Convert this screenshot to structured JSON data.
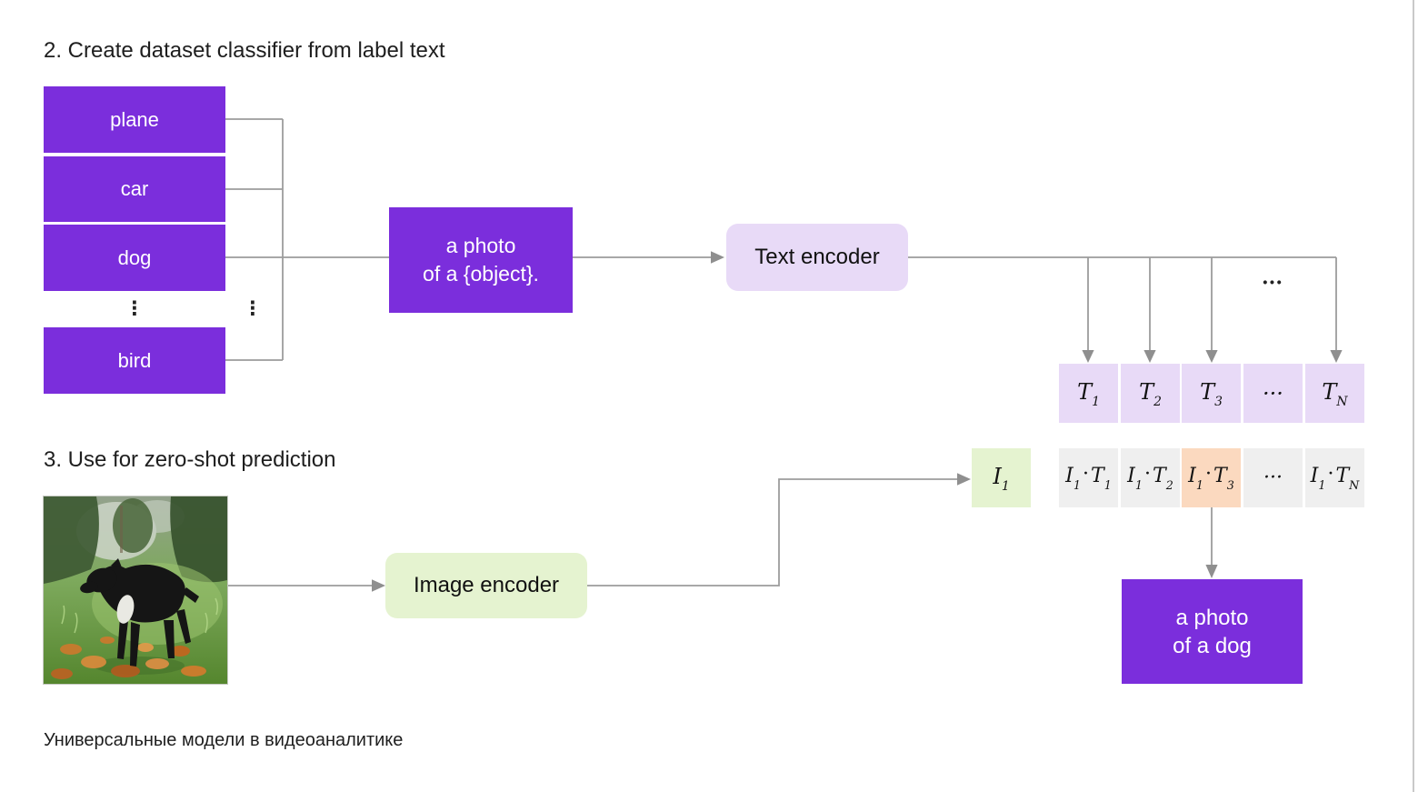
{
  "colors": {
    "purple": "#7b2edc",
    "lavender": "#e8daf7",
    "green": "#e5f3d0",
    "orange": "#fbd9bf",
    "graycell": "#efefef",
    "line": "#9c9c9c"
  },
  "section2": {
    "title": "2. Create dataset classifier from label text",
    "labels": [
      "plane",
      "car",
      "dog",
      "bird"
    ],
    "ellipsis_vertical": "⋮",
    "prompt_line1": "a photo",
    "prompt_line2": "of a {object}.",
    "text_encoder": "Text encoder",
    "ellipsis_horizontal": "···",
    "t_cells": [
      {
        "base": "T",
        "sub": "1"
      },
      {
        "base": "T",
        "sub": "2"
      },
      {
        "base": "T",
        "sub": "3"
      },
      {
        "ellipsis": "···"
      },
      {
        "base": "T",
        "sub": "N"
      }
    ]
  },
  "section3": {
    "title": "3. Use for zero-shot prediction",
    "image_encoder": "Image encoder",
    "i_cell": {
      "base": "I",
      "sub": "1"
    },
    "matrix_cells": [
      {
        "i": "I",
        "isub": "1",
        "dot": "·",
        "t": "T",
        "tsub": "1"
      },
      {
        "i": "I",
        "isub": "1",
        "dot": "·",
        "t": "T",
        "tsub": "2"
      },
      {
        "i": "I",
        "isub": "1",
        "dot": "·",
        "t": "T",
        "tsub": "3"
      },
      {
        "ellipsis": "···"
      },
      {
        "i": "I",
        "isub": "1",
        "dot": "·",
        "t": "T",
        "tsub": "N"
      }
    ],
    "prediction_line1": "a photo",
    "prediction_line2": "of a dog"
  },
  "footer": {
    "caption": "Универсальные модели в видеоаналитике"
  }
}
